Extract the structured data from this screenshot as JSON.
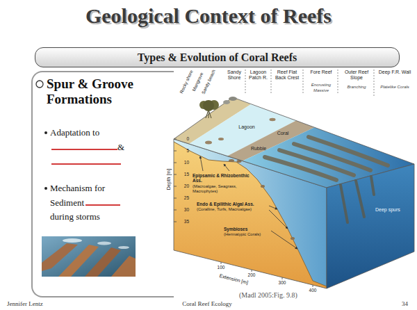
{
  "diagram": {
    "title": "Geological Context of Reefs",
    "nodes": [
      {
        "text": [
          "Types & Evolution of Coral Reefs"
        ]
      },
      {
        "text": [
          "Spur & Groove Formations",
          "Adaptation to",
          "&",
          "Mechanism for Sediment",
          "during storms"
        ]
      }
    ],
    "labels": [
      "Rocky shore",
      "Mangrove",
      "Sandy beach",
      "Sandy Shore",
      "Lagoon Patch R.",
      "Reef Flat Back Crest",
      "Fore Reef",
      "Encrusting",
      "Massive",
      "Outer Reef Slope",
      "Branching",
      "Deep F.R. Wall",
      "Platelike Corals",
      "Lagoon",
      "Coral",
      "Rubble",
      "Deep spurs",
      "Epipsamic & Rhizobenthic Ass.",
      "(Macroalgae, Seagrass, Macrophytes)",
      "Endo & Epilithic Algal Ass.",
      "(Coralline, Turfs, Macroalgae)",
      "Symbioses",
      "(Hermatypic Corals)",
      "Depth [m]",
      "0",
      "5",
      "10",
      "15",
      "20",
      "25",
      "30",
      "35",
      "100",
      "200",
      "300",
      "400",
      "Extension [m]",
      "(Madl 2005:Fig. 9.8)",
      "Jennifer Lentz",
      "Coral Reef Ecology",
      "34"
    ]
  }
}
